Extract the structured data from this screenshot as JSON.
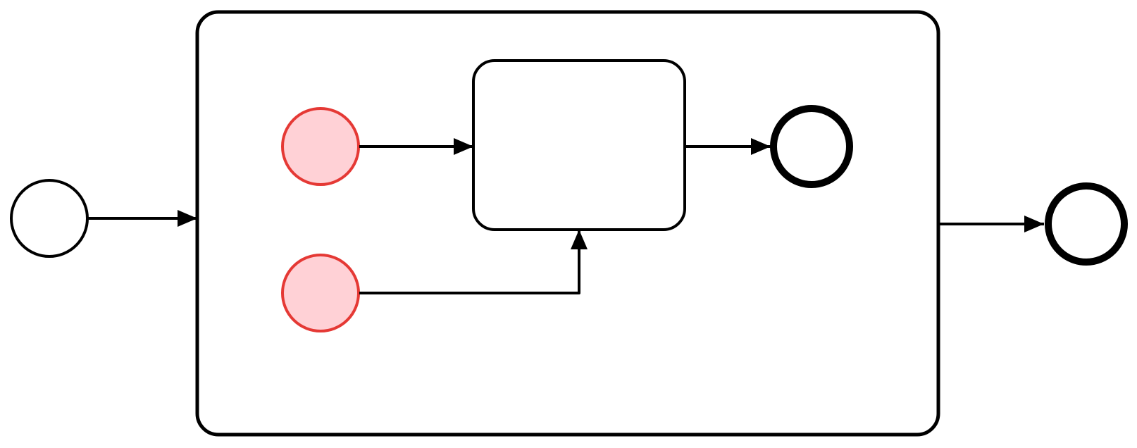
{
  "diagram": {
    "kind": "bpmn-process",
    "colors": {
      "stroke": "#000000",
      "highlight_stroke": "#e53935",
      "highlight_fill": "#ffd1d6",
      "background": "#ffffff"
    },
    "nodes": [
      {
        "id": "start-event",
        "type": "start-event"
      },
      {
        "id": "subprocess",
        "type": "expanded-subprocess"
      },
      {
        "id": "inner-start-event-1",
        "type": "start-event",
        "highlighted": true
      },
      {
        "id": "inner-start-event-2",
        "type": "start-event",
        "highlighted": true
      },
      {
        "id": "inner-task",
        "type": "task"
      },
      {
        "id": "inner-end-event",
        "type": "end-event"
      },
      {
        "id": "end-event",
        "type": "end-event"
      }
    ],
    "edges": [
      {
        "id": "flow-start-to-subprocess",
        "from": "start-event",
        "to": "subprocess"
      },
      {
        "id": "flow-inner-start1-to-task",
        "from": "inner-start-event-1",
        "to": "inner-task"
      },
      {
        "id": "flow-inner-start2-to-task",
        "from": "inner-start-event-2",
        "to": "inner-task"
      },
      {
        "id": "flow-task-to-inner-end",
        "from": "inner-task",
        "to": "inner-end-event"
      },
      {
        "id": "flow-subprocess-to-end",
        "from": "subprocess",
        "to": "end-event"
      }
    ]
  }
}
